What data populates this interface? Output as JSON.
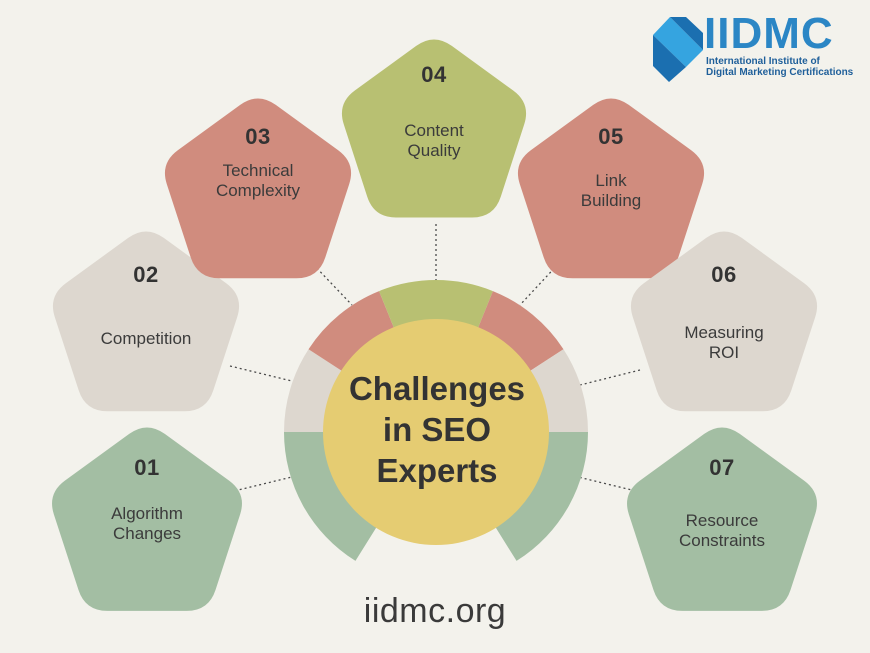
{
  "title": "Challenges\nin SEO\nExperts",
  "footer": "iidmc.org",
  "logo": {
    "wordmark": "IIDMC",
    "subtitle": "International Institute of\nDigital Marketing Certifications",
    "colors": [
      "#1b6fb0",
      "#35a4e0"
    ]
  },
  "colors": {
    "background": "#f3f2ec",
    "green": "#a3bea3",
    "beige": "#ddd7cf",
    "salmon": "#d08c7e",
    "olive": "#b8c072",
    "center": "#e5cc72"
  },
  "challenges": [
    {
      "number": "01",
      "label": "Algorithm\nChanges",
      "color": "green"
    },
    {
      "number": "02",
      "label": "Competition",
      "color": "beige"
    },
    {
      "number": "03",
      "label": "Technical\nComplexity",
      "color": "salmon"
    },
    {
      "number": "04",
      "label": "Content\nQuality",
      "color": "olive"
    },
    {
      "number": "05",
      "label": "Link\nBuilding",
      "color": "salmon"
    },
    {
      "number": "06",
      "label": "Measuring\nROI",
      "color": "beige"
    },
    {
      "number": "07",
      "label": "Resource\nConstraints",
      "color": "green"
    }
  ]
}
